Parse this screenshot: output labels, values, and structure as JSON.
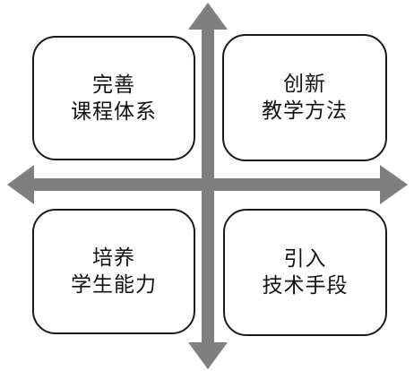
{
  "quadrants": {
    "top_left": {
      "line1": "完善",
      "line2": "课程体系"
    },
    "top_right": {
      "line1": "创新",
      "line2": "教学方法"
    },
    "bottom_left": {
      "line1": "培养",
      "line2": "学生能力"
    },
    "bottom_right": {
      "line1": "引入",
      "line2": "技术手段"
    }
  },
  "colors": {
    "arrow": "#7f7f7f",
    "box_border": "#1a1a1a",
    "text": "#111111"
  }
}
